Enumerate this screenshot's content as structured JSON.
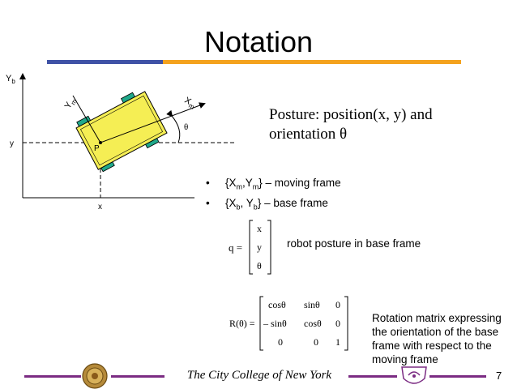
{
  "slide": {
    "title": "Notation",
    "posture_text": "Posture: position(x, y) and orientation θ",
    "bullets": [
      {
        "marker": "•",
        "parts": [
          "{X",
          "m",
          ",Y",
          "m",
          "} – moving frame"
        ]
      },
      {
        "marker": "•",
        "parts": [
          "{X",
          "b",
          ", Y",
          "b",
          "} – base frame"
        ]
      }
    ],
    "q_caption": "robot posture in base frame",
    "r_caption": "Rotation matrix expressing the orientation of the base frame with respect to the moving frame",
    "footer": "The City College of New York",
    "page_number": "7"
  },
  "diagram": {
    "y_axis_label": "Y",
    "y_axis_sub": "b",
    "x_label": "x",
    "y_label": "y",
    "ym_label": "Y",
    "ym_sub": "m",
    "xm_label": "X",
    "xm_sub": "m",
    "theta_label": "θ",
    "p_label": "P"
  },
  "q_matrix": {
    "lhs": "q =",
    "entries": [
      "x",
      "y",
      "θ"
    ]
  },
  "r_matrix": {
    "lhs": "R(θ) =",
    "rows": [
      [
        "cosθ",
        "sinθ",
        "0"
      ],
      [
        "– sinθ",
        "cosθ",
        "0"
      ],
      [
        "0",
        "0",
        "1"
      ]
    ]
  },
  "colors": {
    "title_rule_blue": "#3f52a6",
    "title_rule_orange": "#f4a21e",
    "footer_rule": "#7b2c83",
    "robot_body": "#f5ee54",
    "robot_wheel": "#20a88a"
  }
}
